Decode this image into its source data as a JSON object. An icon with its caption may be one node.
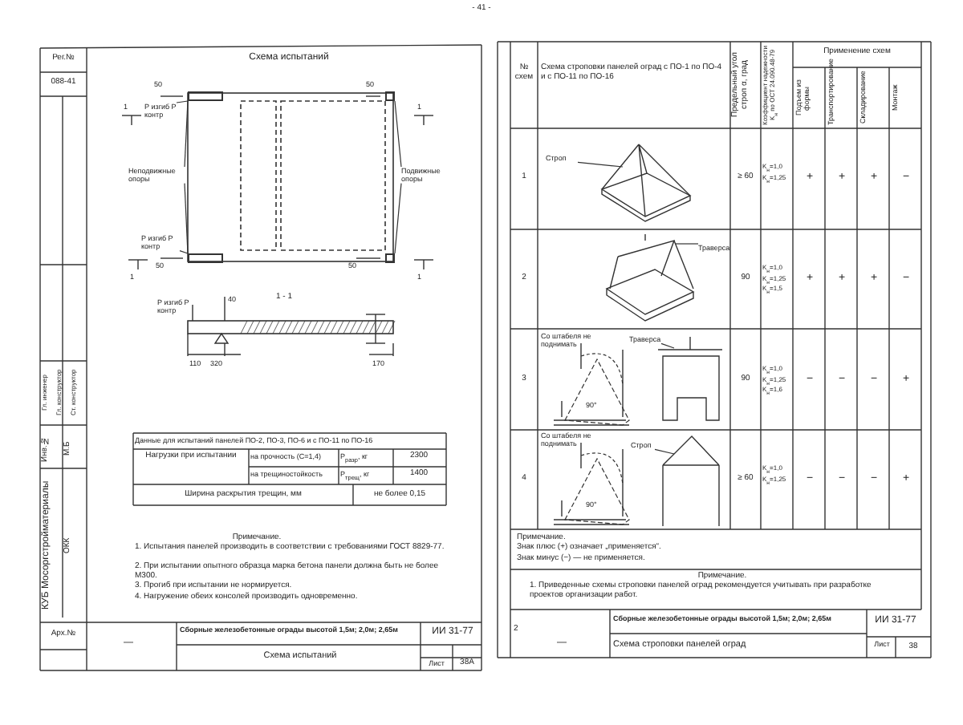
{
  "diagram": {
    "nodes": [
      {
        "text": [
          "Р изгиб Р контр"
        ]
      },
      {
        "text": [
          "Неподвижные опоры"
        ]
      },
      {
        "text": [
          "Подвижные опоры"
        ]
      },
      {
        "text": [
          "Р изгиб Р контр"
        ]
      },
      {
        "text": [
          "Строп"
        ]
      },
      {
        "text": [
          "Траверса"
        ]
      },
      {
        "text": [
          "Траверса"
        ]
      },
      {
        "text": [
          "Строп"
        ]
      },
      {
        "text": [],
        "shape": "box"
      },
      {
        "text": [],
        "shape": "box"
      },
      {
        "text": [],
        "shape": "box"
      },
      {
        "text": [],
        "shape": "box"
      }
    ],
    "edges": [
      {
        "from": 0,
        "to": 8,
        "arrow": "none"
      },
      {
        "from": 1,
        "to": 8,
        "arrow": "none"
      },
      {
        "from": 1,
        "to": 9,
        "arrow": "none"
      },
      {
        "from": 2,
        "to": 10,
        "arrow": "none"
      },
      {
        "from": 2,
        "to": 11,
        "arrow": "none"
      },
      {
        "from": 3,
        "to": 9,
        "arrow": "none"
      },
      {
        "from": 4,
        "to": null,
        "arrow": "none"
      },
      {
        "from": 5,
        "to": null,
        "arrow": "none"
      },
      {
        "from": 6,
        "to": null,
        "arrow": "none"
      },
      {
        "from": 7,
        "to": null,
        "arrow": "none"
      }
    ],
    "labels": [
      "- 41 -",
      "Рег.№",
      "088-41",
      "Схема испытаний",
      "50",
      "50",
      "50",
      "50",
      "1",
      "1",
      "1",
      "1",
      "1 - 1",
      "40",
      "Р изгиб Р контр",
      "110",
      "320",
      "170",
      "Данные для испытаний панелей ПО-2, ПО-3, ПО-6 и с ПО-11 по ПО-16",
      "Нагрузки при испытании",
      "на прочность (С=1,4)",
      "P$_{разр}$, кг",
      "2300",
      "на трещиностойкость",
      "P$_{трещ}$, кг",
      "1400",
      "Ширина раскрытия трещин, мм",
      "не более 0,15",
      "Примечание.",
      "1. Испытания панелей производить в соответствии с требованиями ГОСТ 8829-77.",
      "2. При испытании опытного образца марка бетона панели должна быть не более М300.",
      "3. Прогиб при испытании не нормируется.",
      "4. Нагружение обеих консолей производить одновременно.",
      "—",
      "Сборные железобетонные ограды высотой 1,5м; 2,0м; 2,65м",
      "ИИ 31-77",
      "Схема испытаний",
      "Лист",
      "38А",
      "Арх.№",
      "КУБ Мосоргстройматериалы",
      "ОКК",
      "Инв.№",
      "М.Б",
      "Гл. инженер",
      "Гл. конструктор",
      "Ст. конструктор",
      "№ схем",
      "Схема строповки панелей оград с ПО-1 по ПО-4 и с ПО-11 по ПО-16",
      "Предельный угол строп α, град",
      "Коэффициент надежности K$_{н}$ по ОСТ 24.090.48-79",
      "Применение схем",
      "Подъем из формы",
      "Транспортирование",
      "Складирование",
      "Монтаж",
      "1",
      "≥ 60",
      "K$_{н}$=1,0 K$_{н}$=1,25",
      "+",
      "+",
      "+",
      "−",
      "2",
      "90",
      "K$_{н}$=1,0 K$_{н}$=1,25 K$_{н}$=1,5",
      "+",
      "+",
      "+",
      "−",
      "3",
      "Со штабеля не поднимать",
      "90°",
      "90",
      "K$_{н}$=1,0 K$_{н}$=1,25 K$_{н}$=1,6",
      "−",
      "−",
      "−",
      "+",
      "4",
      "Со штабеля не поднимать",
      "90°",
      "≥ 60",
      "K$_{н}$=1,0 K$_{н}$=1,25",
      "−",
      "−",
      "−",
      "+",
      "Примечание.",
      "Знак плюс (+) означает „применяется“.",
      "Знак минус (−) — не применяется.",
      "Примечание.",
      "1. Приведенные схемы строповки панелей оград рекомендуется учитывать при разработке проектов организации работ.",
      "2",
      "—",
      "Сборные железобетонные ограды высотой 1,5м; 2,0м; 2,65м",
      "ИИ 31-77",
      "Схема строповки панелей оград",
      "Лист",
      "38"
    ]
  }
}
